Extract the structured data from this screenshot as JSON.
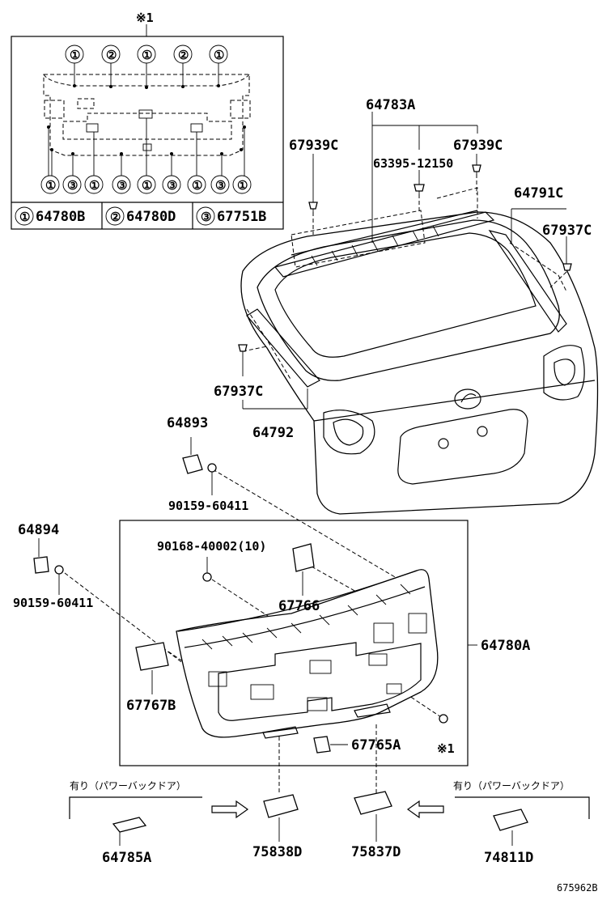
{
  "inset": {
    "mark": "※1",
    "top_callouts": [
      "①",
      "②",
      "①",
      "②",
      "①"
    ],
    "bottom_callouts": [
      "①",
      "③",
      "①",
      "③",
      "①",
      "③",
      "①",
      "③",
      "①"
    ],
    "legend": [
      {
        "mark": "①",
        "part": "64780B"
      },
      {
        "mark": "②",
        "part": "64780D"
      },
      {
        "mark": "③",
        "part": "67751B"
      }
    ]
  },
  "labels": {
    "p64783A": "64783A",
    "p67939C_left": "67939C",
    "p67939C_right": "67939C",
    "p63395": "63395-12150",
    "p64791C": "64791C",
    "p67937C_right": "67937C",
    "p67937C_left": "67937C",
    "p64792": "64792",
    "p64893": "64893",
    "p90159_a": "90159-60411",
    "p64894": "64894",
    "p90168": "90168-40002(10)",
    "p90159_b": "90159-60411",
    "p67766": "67766",
    "p64780A": "64780A",
    "p67767B": "67767B",
    "p67765A": "67765A",
    "mark_ref": "※1",
    "p64785A": "64785A",
    "p75838D": "75838D",
    "p75837D": "75837D",
    "p74811D": "74811D",
    "note_left": "有り（パワーバックドア）",
    "note_right": "有り（パワーバックドア）",
    "figure_id": "675962B"
  }
}
